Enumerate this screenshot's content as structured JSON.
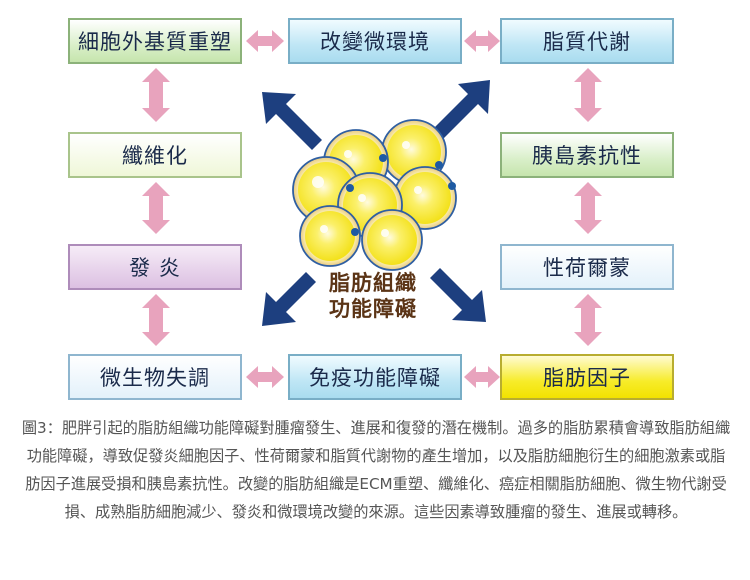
{
  "boxes": {
    "ecm": "細胞外基質重塑",
    "microenv": "改變微環境",
    "lipid_metabolism": "脂質代謝",
    "fibrosis": "纖維化",
    "insulin_resistance": "胰島素抗性",
    "inflammation": "發 炎",
    "hormones": "性荷爾蒙",
    "microbiome": "微生物失調",
    "immune": "免疫功能障礙",
    "adipokines": "脂肪因子"
  },
  "center": {
    "line1": "脂肪組織",
    "line2": "功能障礙"
  },
  "caption": "圖3：肥胖引起的脂肪組織功能障礙對腫瘤發生、進展和復發的潛在機制。過多的脂肪累積會導致脂肪組織功能障礙，導致促發炎細胞因子、性荷爾蒙和脂質代謝物的產生增加，以及脂肪細胞衍生的細胞激素或脂肪因子進展受損和胰島素抗性。改變的脂肪組織是ECM重塑、纖維化、癌症相關脂肪細胞、微生物代謝受損、成熟脂肪細胞減少、發炎和微環境改變的來源。這些因素導致腫瘤的發生、進展或轉移。",
  "colors": {
    "pink_arrow": "#e8a3bd",
    "navy_arrow": "#1d3f7f",
    "cell_yellow": "#f7ea2e",
    "cell_outline": "#2f5fa2",
    "nucleus": "#1e5aa3"
  }
}
